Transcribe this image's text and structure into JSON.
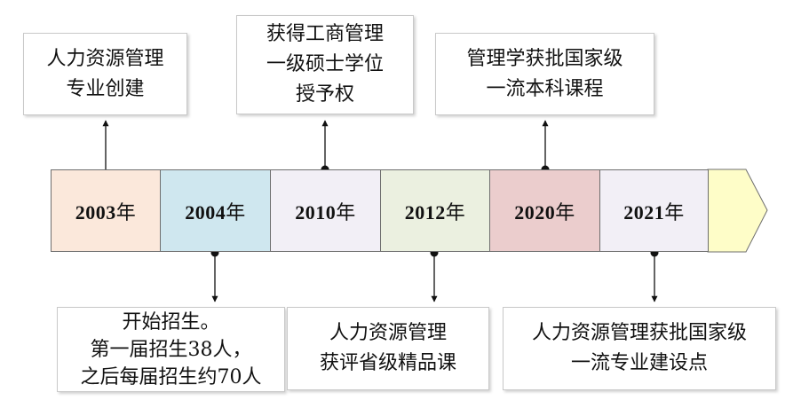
{
  "colors": {
    "segments": [
      "#fbe8db",
      "#cfe7ef",
      "#f2eff6",
      "#ebf0e0",
      "#ebcdcd",
      "#f2eff6"
    ],
    "arrow_tip": "#fefdc8",
    "line": "#111111"
  },
  "segments": [
    {
      "year": "2003",
      "suffix": "年"
    },
    {
      "year": "2004",
      "suffix": "年"
    },
    {
      "year": "2010",
      "suffix": "年"
    },
    {
      "year": "2012",
      "suffix": "年"
    },
    {
      "year": "2020",
      "suffix": "年"
    },
    {
      "year": "2021",
      "suffix": "年"
    }
  ],
  "events_top": [
    {
      "segment": 0,
      "lines": [
        "人力资源管理",
        "专业创建"
      ]
    },
    {
      "segment": 2,
      "lines": [
        "获得工商管理",
        "一级硕士学位",
        "授予权"
      ]
    },
    {
      "segment": 4,
      "lines": [
        "管理学获批国家级",
        "一流本科课程"
      ]
    }
  ],
  "events_bottom": [
    {
      "segment": 1,
      "lines": [
        "开始招生。",
        "第一届招生38人，",
        "之后每届招生约70人"
      ]
    },
    {
      "segment": 3,
      "lines": [
        "人力资源管理",
        "获评省级精品课"
      ]
    },
    {
      "segment": 5,
      "lines": [
        "人力资源管理获批国家级",
        "一流专业建设点"
      ]
    }
  ]
}
